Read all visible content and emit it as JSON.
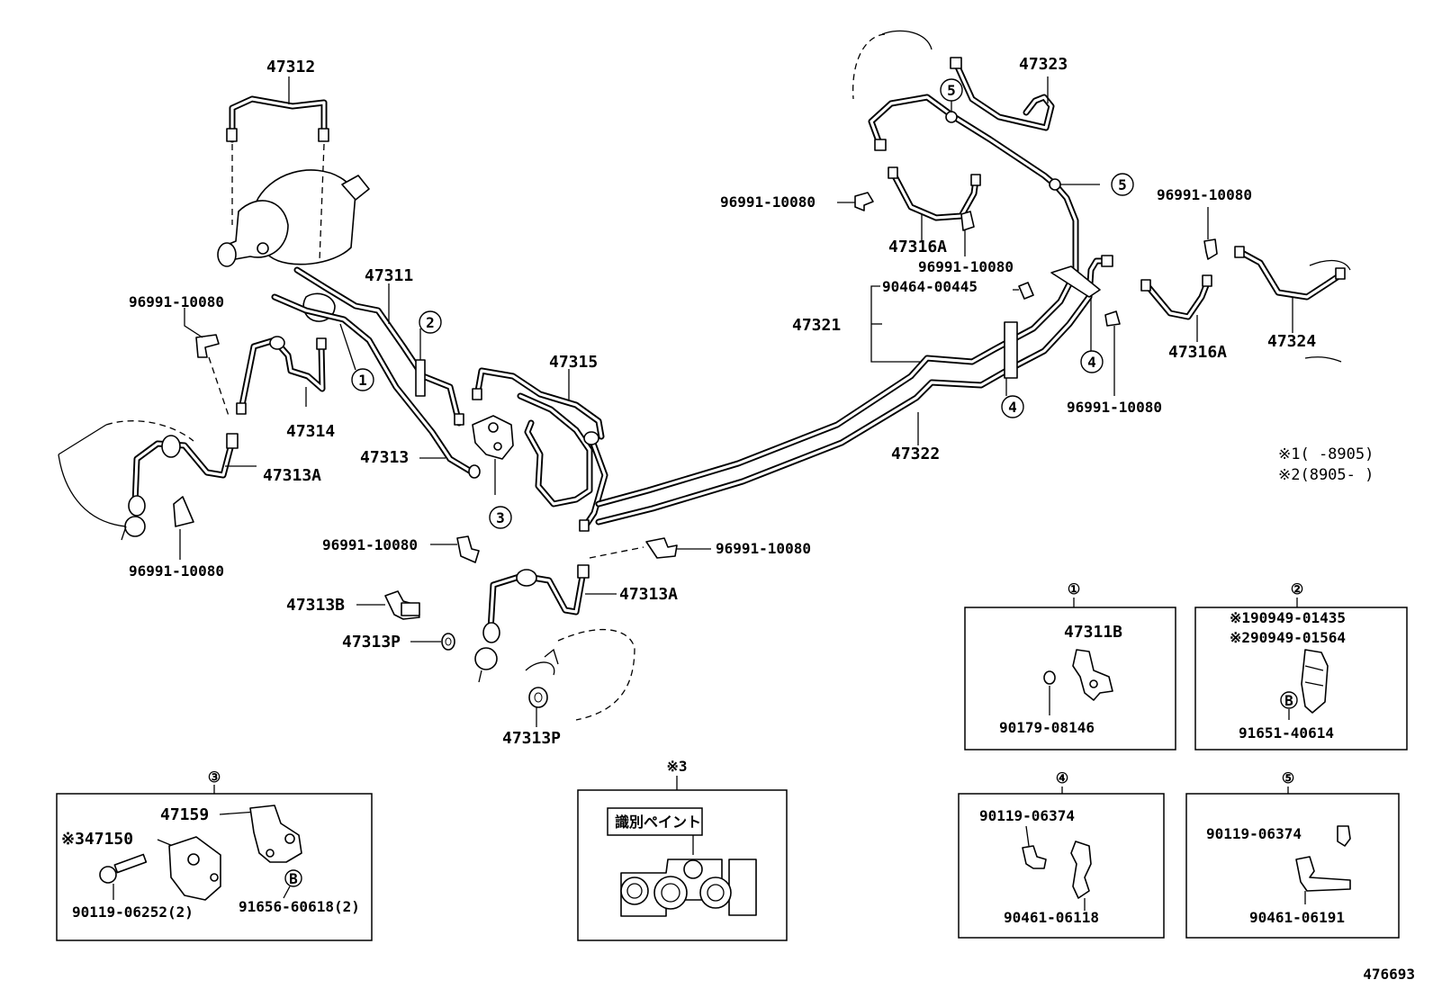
{
  "labels": {
    "p47312": "47312",
    "p47311": "47311",
    "p47314": "47314",
    "p47313": "47313",
    "p47313A_left": "47313A",
    "p47315": "47315",
    "p47313A_mid": "47313A",
    "p47313B": "47313B",
    "p47313P_a": "47313P",
    "p47313P_b": "47313P",
    "p47323": "47323",
    "p47316A_a": "47316A",
    "p47316A_b": "47316A",
    "p47321": "47321",
    "p47322": "47322",
    "p47324": "47324",
    "p90464": "90464-00445",
    "clip_left_top": "96991-10080",
    "clip_left_bottom": "96991-10080",
    "clip_mid_left": "96991-10080",
    "clip_mid_right": "96991-10080",
    "clip_top_center": "96991-10080",
    "clip_center": "96991-10080",
    "clip_right_top": "96991-10080",
    "clip_right_bottom": "96991-10080"
  },
  "callouts": [
    "1",
    "2",
    "3",
    "4",
    "5",
    "B"
  ],
  "notes": {
    "note1": "※1(     -8905)",
    "note2": "※2(8905-     )"
  },
  "panels": {
    "panel1": {
      "number": "①",
      "part_a": "47311B",
      "part_b": "90179-08146"
    },
    "panel2": {
      "number": "②",
      "part_a": "※190949-01435",
      "part_b": "※290949-01564",
      "part_c": "91651-40614",
      "bolt_mark": "B"
    },
    "panel3": {
      "number": "③",
      "part_a": "47159",
      "part_b": "※347150",
      "part_c": "90119-06252(2)",
      "part_d": "91656-60618(2)",
      "bolt_mark": "B"
    },
    "panel_s3": {
      "number": "※3",
      "paint_label": "識別ペイント"
    },
    "panel4": {
      "number": "④",
      "part_a": "90119-06374",
      "part_b": "90461-06118"
    },
    "panel5": {
      "number": "⑤",
      "part_a": "90119-06374",
      "part_b": "90461-06191"
    }
  },
  "diagram_id": "476693"
}
